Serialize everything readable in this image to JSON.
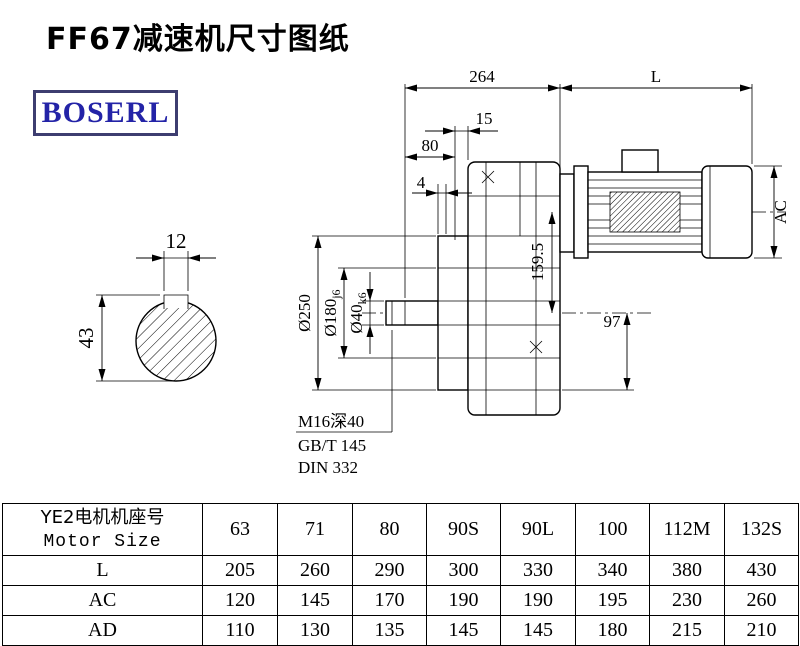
{
  "page": {
    "title": "FF67减速机尺寸图纸"
  },
  "logo": {
    "text": "BOSERL",
    "text_color": "#2323a7",
    "border_color": "#3d3d70"
  },
  "drawing": {
    "dims": {
      "d264": "264",
      "dL": "L",
      "d15": "15",
      "d80": "80",
      "d4": "4",
      "d250": "Ø250",
      "d180": "Ø180",
      "d180t": "j6",
      "d40": "Ø40",
      "d40t": "k6",
      "d1595": "159.5",
      "d97": "97",
      "dAC": "AC",
      "d12": "12",
      "d43": "43"
    },
    "notes": {
      "tap": "M16深40",
      "std1": "GB/T 145",
      "std2": "DIN 332"
    }
  },
  "table": {
    "header": {
      "cn": "YE2电机机座号",
      "en": "Motor Size"
    },
    "sizes": [
      "63",
      "71",
      "80",
      "90S",
      "90L",
      "100",
      "112M",
      "132S"
    ],
    "rows": [
      {
        "label": "L",
        "values": [
          "205",
          "260",
          "290",
          "300",
          "330",
          "340",
          "380",
          "430"
        ]
      },
      {
        "label": "AC",
        "values": [
          "120",
          "145",
          "170",
          "190",
          "190",
          "195",
          "230",
          "260"
        ]
      },
      {
        "label": "AD",
        "values": [
          "110",
          "130",
          "135",
          "145",
          "145",
          "180",
          "215",
          "210"
        ]
      }
    ]
  }
}
